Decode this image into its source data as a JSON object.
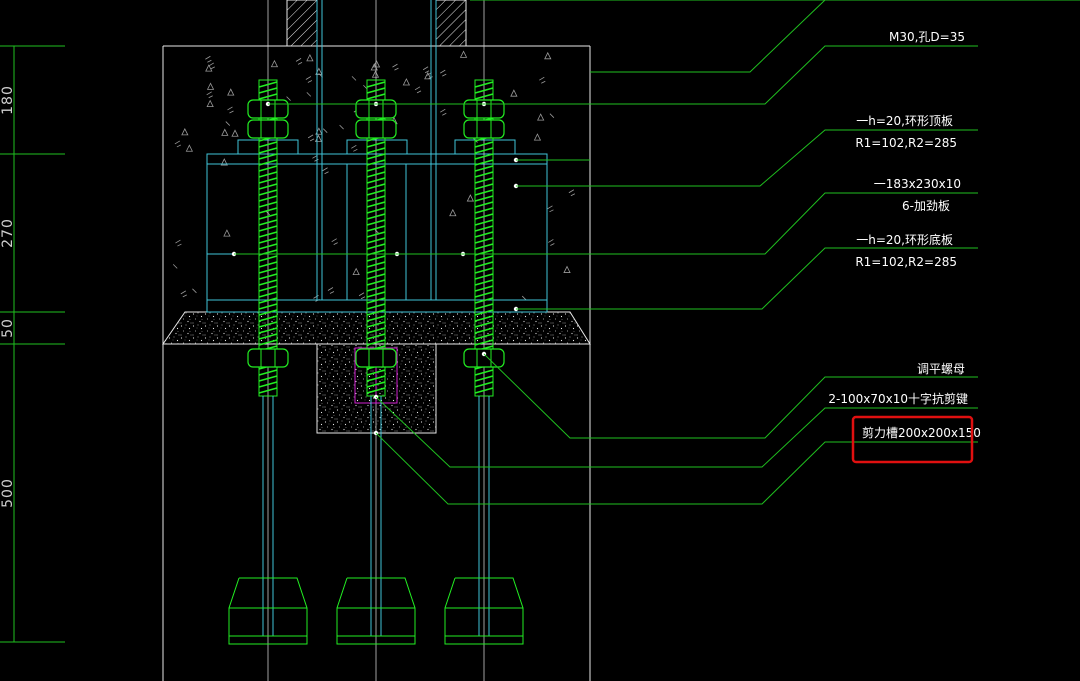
{
  "dimensions": [
    "180",
    "270",
    "50",
    "500"
  ],
  "annotations": {
    "a1": "M30,孔D=35",
    "a2l1": "一h=20,环形顶板",
    "a2l2": "R1=102,R2=285",
    "a3l1": "一183x230x10",
    "a3l2": "6-加劲板",
    "a4l1": "一h=20,环形底板",
    "a4l2": "R1=102,R2=285",
    "a5": "调平螺母",
    "a6": "2-100x70x10十字抗剪键",
    "a7": "剪力槽200x200x150"
  },
  "colors": {
    "background": "#000000",
    "leader": "#1fbf1f",
    "thread": "#22ee22",
    "steel": "#40c4d8",
    "outline": "#e8e8e8",
    "key": "#d020d0",
    "highlight": "#e01010"
  }
}
